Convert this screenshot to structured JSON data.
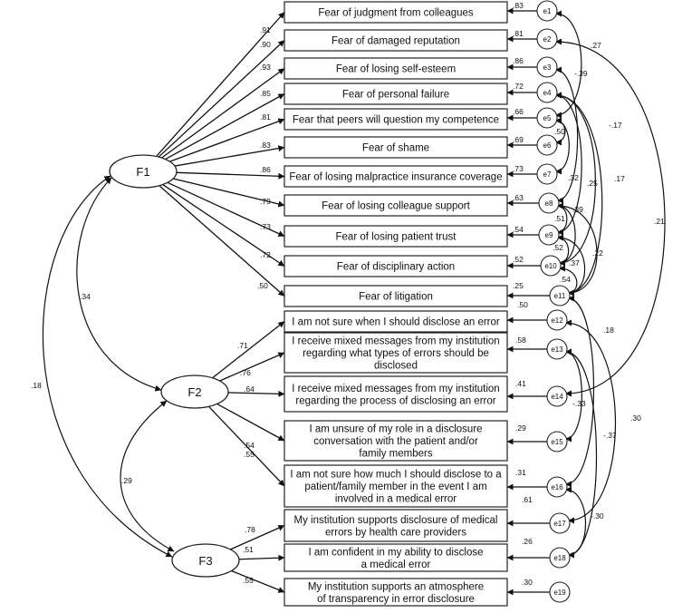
{
  "latents": [
    {
      "id": "F1",
      "label": "F1"
    },
    {
      "id": "F2",
      "label": "F2"
    },
    {
      "id": "F3",
      "label": "F3"
    }
  ],
  "items": [
    {
      "lines": [
        "Fear of judgment from colleagues"
      ],
      "factor": "F1",
      "loading": ".91",
      "r2": ".83",
      "error": "e1"
    },
    {
      "lines": [
        "Fear of damaged reputation"
      ],
      "factor": "F1",
      "loading": ".90",
      "r2": ".81",
      "error": "e2"
    },
    {
      "lines": [
        "Fear of losing self-esteem"
      ],
      "factor": "F1",
      "loading": ".93",
      "r2": ".86",
      "error": "e3"
    },
    {
      "lines": [
        "Fear of personal failure"
      ],
      "factor": "F1",
      "loading": ".85",
      "r2": ".72",
      "error": "e4"
    },
    {
      "lines": [
        "Fear that peers will question my competence"
      ],
      "factor": "F1",
      "loading": ".81",
      "r2": ".66",
      "error": "e5"
    },
    {
      "lines": [
        "Fear of shame"
      ],
      "factor": "F1",
      "loading": ".83",
      "r2": ".69",
      "error": "e6"
    },
    {
      "lines": [
        "Fear of losing malpractice insurance coverage"
      ],
      "factor": "F1",
      "loading": ".86",
      "r2": ".73",
      "error": "e7"
    },
    {
      "lines": [
        "Fear of losing colleague support"
      ],
      "factor": "F1",
      "loading": ".79",
      "r2": ".63",
      "error": "e8"
    },
    {
      "lines": [
        "Fear of losing patient trust"
      ],
      "factor": "F1",
      "loading": ".73",
      "r2": ".54",
      "error": "e9"
    },
    {
      "lines": [
        "Fear of disciplinary action"
      ],
      "factor": "F1",
      "loading": ".72",
      "r2": ".52",
      "error": "e10"
    },
    {
      "lines": [
        "Fear of litigation"
      ],
      "factor": "F1",
      "loading": ".50",
      "r2": ".25",
      "error": "e11"
    },
    {
      "lines": [
        "I am not sure when I should disclose an error"
      ],
      "factor": "F2",
      "loading": ".71",
      "r2": ".50",
      "error": "e12"
    },
    {
      "lines": [
        "I receive mixed messages from my institution",
        "regarding what types of errors should be",
        "disclosed"
      ],
      "factor": "F2",
      "loading": ".76",
      "r2": ".58",
      "error": "e13"
    },
    {
      "lines": [
        "I receive mixed messages from my institution",
        "regarding the process of disclosing an error"
      ],
      "factor": "F2",
      "loading": ".64",
      "r2": ".41",
      "error": "e14"
    },
    {
      "lines": [
        "I am unsure of my role in a disclosure",
        "conversation with the patient and/or",
        "family members"
      ],
      "factor": "F2",
      "loading": ".54",
      "r2": ".29",
      "error": "e15"
    },
    {
      "lines": [
        "I am not sure how much I should disclose to a",
        "patient/family member in the event I am",
        "involved in a medical error"
      ],
      "factor": "F2",
      "loading": ".55",
      "r2": ".31",
      "error": "e16"
    },
    {
      "lines": [
        "My institution supports disclosure of medical",
        "errors by health care providers"
      ],
      "factor": "F3",
      "loading": ".78",
      "r2": ".61",
      "error": "e17"
    },
    {
      "lines": [
        "I am confident in my ability to disclose",
        "a medical error"
      ],
      "factor": "F3",
      "loading": ".51",
      "r2": ".26",
      "error": "e18"
    },
    {
      "lines": [
        "My institution supports an atmosphere",
        "of transparency in error disclosure"
      ],
      "factor": "F3",
      "loading": ".55",
      "r2": ".30",
      "error": "e19"
    }
  ],
  "factor_correlations": [
    {
      "from": "F1",
      "to": "F2",
      "value": ".34"
    },
    {
      "from": "F2",
      "to": "F3",
      "value": ".29"
    },
    {
      "from": "F1",
      "to": "F3",
      "value": ".18"
    }
  ],
  "error_covariances": [
    {
      "from": "e1",
      "to": "e5",
      "value": ".27"
    },
    {
      "from": "e3",
      "to": "e8",
      "value": "-.39"
    },
    {
      "from": "e5",
      "to": "e6",
      "value": ".50"
    },
    {
      "from": "e4",
      "to": "e10",
      "value": "-.17"
    },
    {
      "from": "e2",
      "to": "e14",
      "value": ".21"
    },
    {
      "from": "e5",
      "to": "e7",
      "value": ".32"
    },
    {
      "from": "e4",
      "to": "e9",
      "value": ".25"
    },
    {
      "from": "e4",
      "to": "e11",
      "value": ".17"
    },
    {
      "from": "e8",
      "to": "e9",
      "value": ".39"
    },
    {
      "from": "e8",
      "to": "e10",
      "value": ".51"
    },
    {
      "from": "e8",
      "to": "e11",
      "value": ".22"
    },
    {
      "from": "e9",
      "to": "e10",
      "value": ".52"
    },
    {
      "from": "e9",
      "to": "e11",
      "value": ".37"
    },
    {
      "from": "e10",
      "to": "e11",
      "value": ".54"
    },
    {
      "from": "e11",
      "to": "e16",
      "value": ".18"
    },
    {
      "from": "e12",
      "to": "e17",
      "value": ".30"
    },
    {
      "from": "e13",
      "to": "e15",
      "value": "-.33"
    },
    {
      "from": "e13",
      "to": "e18",
      "value": "-.37"
    },
    {
      "from": "e16",
      "to": "e18",
      "value": "-.30"
    }
  ]
}
